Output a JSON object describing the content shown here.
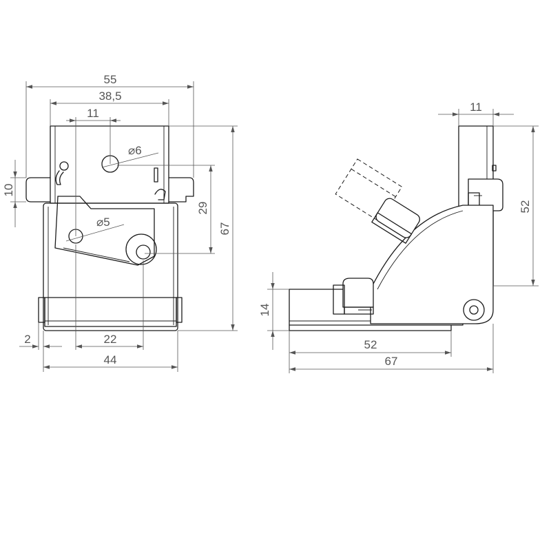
{
  "dimensions": {
    "front_width_overall": "55",
    "front_width_inner": "38,5",
    "front_hole_offset": "11",
    "front_hole_dia_upper": "6",
    "front_hole_dia_lower": "5",
    "front_height_tab": "10",
    "front_height_29": "29",
    "front_height_overall": "67",
    "front_offset_bottom": "2",
    "front_width_22": "22",
    "front_width_bottom": "44",
    "side_top_width": "11",
    "side_height_right": "52",
    "side_height_base": "14",
    "side_length_52": "52",
    "side_length_overall": "67"
  },
  "symbols": {
    "diameter": "⌀"
  },
  "colors": {
    "line": "#1a1a1a",
    "dimension": "#555555"
  }
}
